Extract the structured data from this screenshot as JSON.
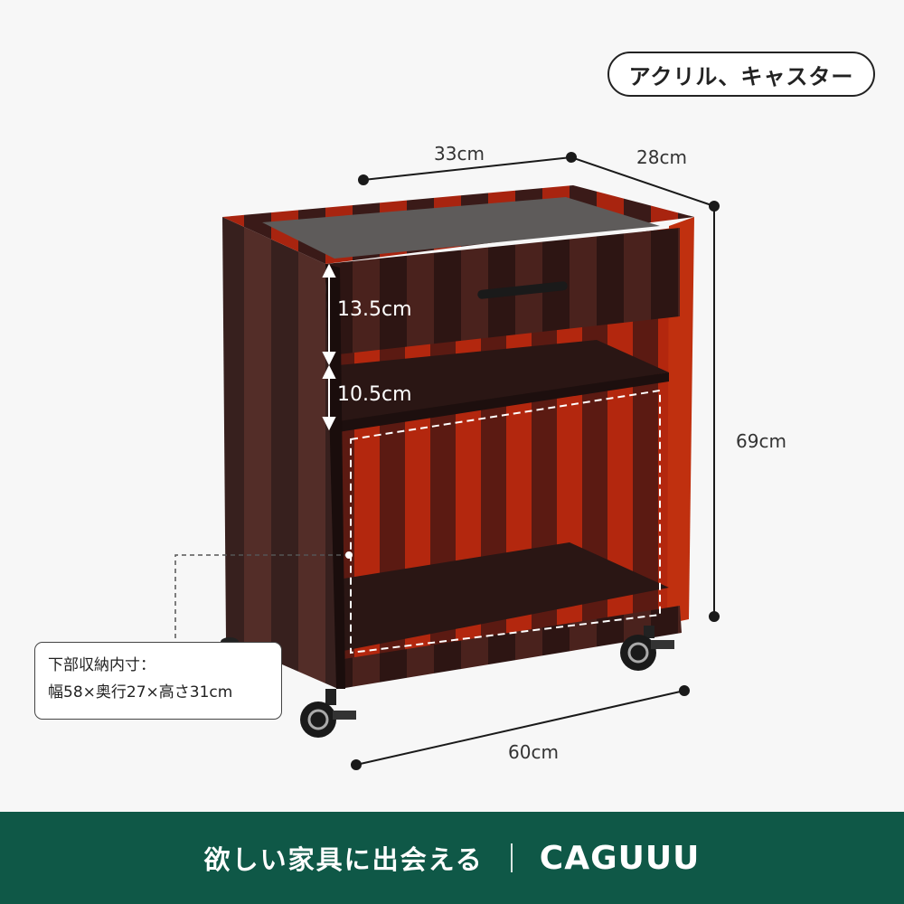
{
  "badge": {
    "label": "アクリル、キャスター"
  },
  "dimensions": {
    "width_top": "33cm",
    "depth": "28cm",
    "height": "69cm",
    "drawer_height": "13.5cm",
    "shelf_gap": "10.5cm",
    "width_bottom": "60cm"
  },
  "storage_info": {
    "line1": "下部収納内寸：",
    "line2": "幅58×奥行27×高さ31cm"
  },
  "footer": {
    "tagline": "欲しい家具に出会える",
    "brand": "CAGUUU"
  },
  "colors": {
    "footer_bg": "#0f5847",
    "acrylic_dark": "#3a1a18",
    "acrylic_red": "#c02a10"
  }
}
